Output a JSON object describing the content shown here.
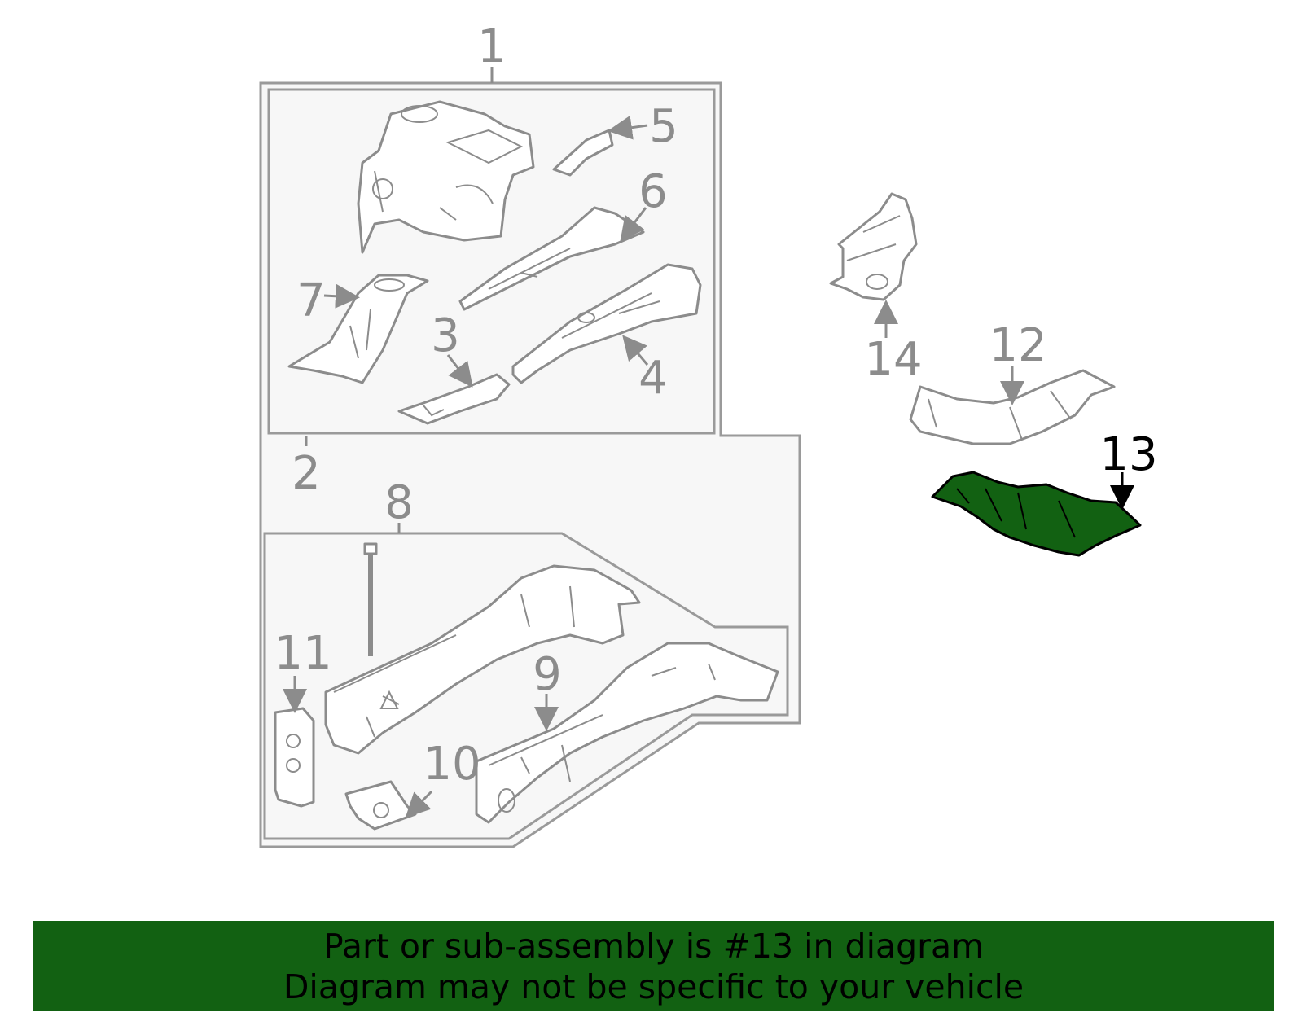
{
  "diagram": {
    "callouts": [
      "1",
      "2",
      "3",
      "4",
      "5",
      "6",
      "7",
      "8",
      "9",
      "10",
      "11",
      "12",
      "13",
      "14"
    ],
    "highlighted_part": "13",
    "colors": {
      "highlight": "#126112",
      "line": "#8c8c8c",
      "box_fill": "#f7f7f7",
      "banner": "#126112"
    }
  },
  "banner": {
    "line1": "Part or sub-assembly is #13 in diagram",
    "line2": "Diagram may not be specific to your vehicle"
  }
}
